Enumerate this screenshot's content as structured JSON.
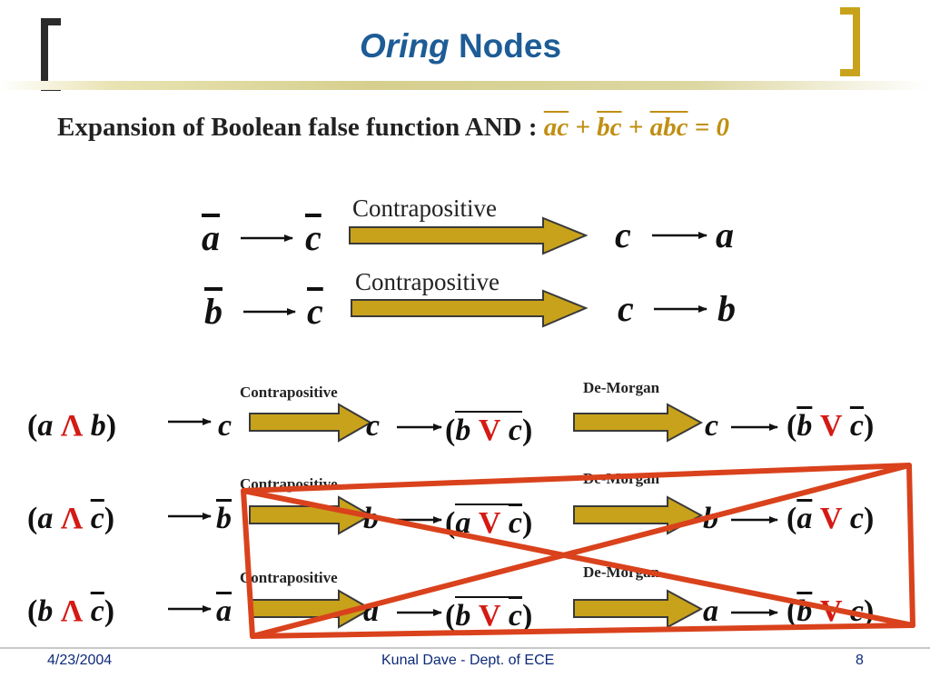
{
  "title": {
    "italic": "Oring",
    "rest": "Nodes"
  },
  "subtitle": {
    "text": "Expansion of Boolean false function AND : ",
    "formula": {
      "t1": "ac",
      "p1": " + ",
      "t2": "bc",
      "p2": " + ",
      "t3": "abc",
      "p3": " = 0"
    }
  },
  "labels": {
    "contrapositive": "Contrapositive",
    "demorgan": "De-Morgan"
  },
  "impl": {
    "row1": {
      "l1": "a",
      "l2": "c",
      "r1": "c",
      "r2": "a"
    },
    "row2": {
      "l1": "b",
      "l2": "c",
      "r1": "c",
      "r2": "b"
    }
  },
  "ops": {
    "and": "Λ",
    "or": "V",
    "lp": "(",
    "rp": ")"
  },
  "derivations": [
    {
      "p1": "a",
      "p2": "b",
      "q": "c",
      "cq": "c",
      "g1": "b",
      "g2": "c",
      "rq": "c",
      "f1": "b",
      "f2": "c"
    },
    {
      "p1": "a",
      "p2": "c",
      "q": "b",
      "cq": "b",
      "g1": "a",
      "g2": "c",
      "rq": "b",
      "f1": "a",
      "f2": "c"
    },
    {
      "p1": "b",
      "p2": "c",
      "q": "a",
      "cq": "a",
      "g1": "b",
      "g2": "c",
      "rq": "a",
      "f1": "b",
      "f2": "c"
    }
  ],
  "footer": {
    "date": "4/23/2004",
    "center": "Kunal Dave - Dept. of ECE",
    "page": "8"
  },
  "colors": {
    "title": "#1d5c96",
    "formula": "#c08f14",
    "arrow": "#c9a21b",
    "operator": "#d41a14",
    "cross": "#d9421c",
    "footer": "#0d2a7a"
  }
}
